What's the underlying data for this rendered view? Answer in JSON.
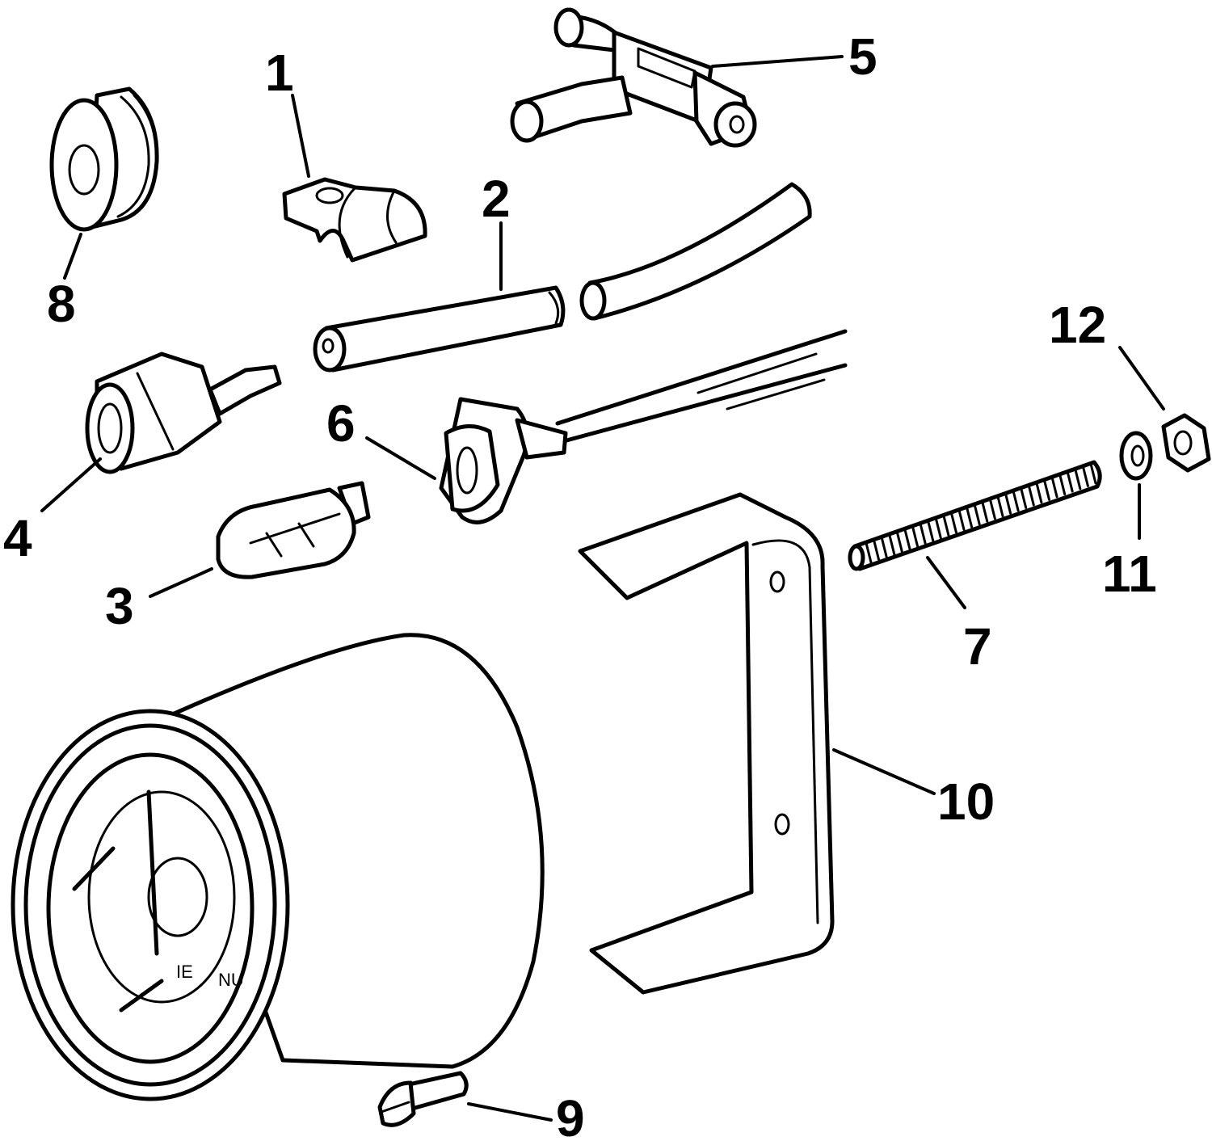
{
  "callouts": {
    "c1": "1",
    "c2": "2",
    "c3": "3",
    "c4": "4",
    "c5": "5",
    "c6": "6",
    "c7": "7",
    "c8": "8",
    "c9": "9",
    "c10": "10",
    "c11": "11",
    "c12": "12"
  },
  "gauge_face_marks": {
    "left": "IE",
    "right": "NU"
  },
  "colors": {
    "line": "#000000",
    "background": "#ffffff"
  }
}
